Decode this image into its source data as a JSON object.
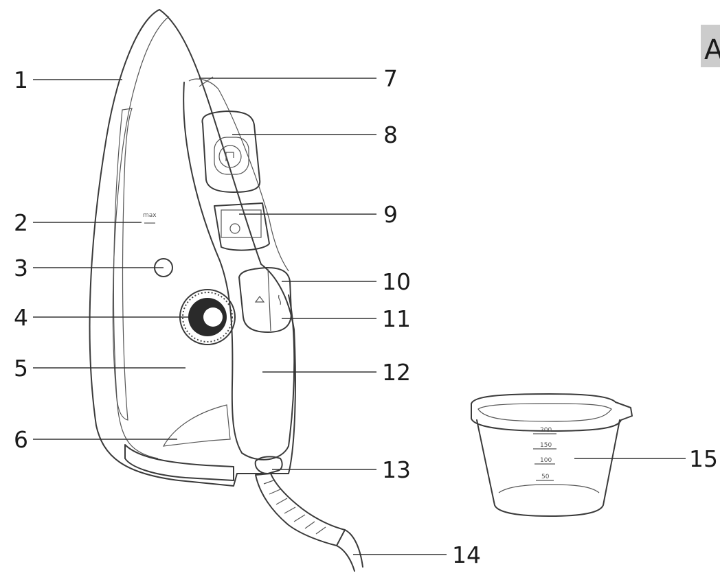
{
  "section": {
    "label": "A",
    "bg_color": "#cccccc"
  },
  "iron": {
    "max_mark": "max",
    "cup_marks": [
      "200",
      "150",
      "100",
      "50"
    ]
  },
  "callouts": [
    {
      "id": "1",
      "side": "left"
    },
    {
      "id": "2",
      "side": "left"
    },
    {
      "id": "3",
      "side": "left"
    },
    {
      "id": "4",
      "side": "left"
    },
    {
      "id": "5",
      "side": "left"
    },
    {
      "id": "6",
      "side": "left"
    },
    {
      "id": "7",
      "side": "right"
    },
    {
      "id": "8",
      "side": "right"
    },
    {
      "id": "9",
      "side": "right"
    },
    {
      "id": "10",
      "side": "right"
    },
    {
      "id": "11",
      "side": "right"
    },
    {
      "id": "12",
      "side": "right"
    },
    {
      "id": "13",
      "side": "right"
    },
    {
      "id": "14",
      "side": "right"
    },
    {
      "id": "15",
      "side": "right"
    }
  ]
}
